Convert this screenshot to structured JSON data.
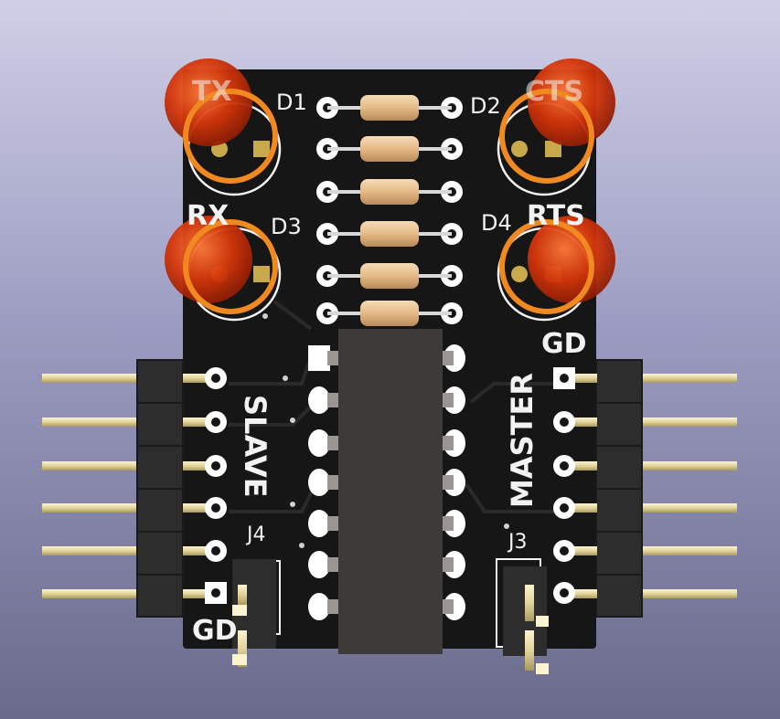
{
  "scene": {
    "title": ""
  },
  "colors": {
    "board": "#161616",
    "silk": "#f2f2f2",
    "copper": "#c8aa4c",
    "led": "#d4350a",
    "led_ring": "#f08a20",
    "resistor": "#e9c293",
    "ic": "#3e3a37",
    "pin": "#e9dfaf",
    "header": "#2d2d2d"
  },
  "labels": {
    "d1": "D1",
    "d2": "D2",
    "d3": "D3",
    "d4": "D4",
    "tx": "TX",
    "rx": "RX",
    "cts": "CTS",
    "rts": "RTS",
    "slave": "SLAVE",
    "master": "MASTER",
    "j3": "J3",
    "j4": "J4",
    "gd_left": "GD",
    "gd_right": "GD"
  }
}
